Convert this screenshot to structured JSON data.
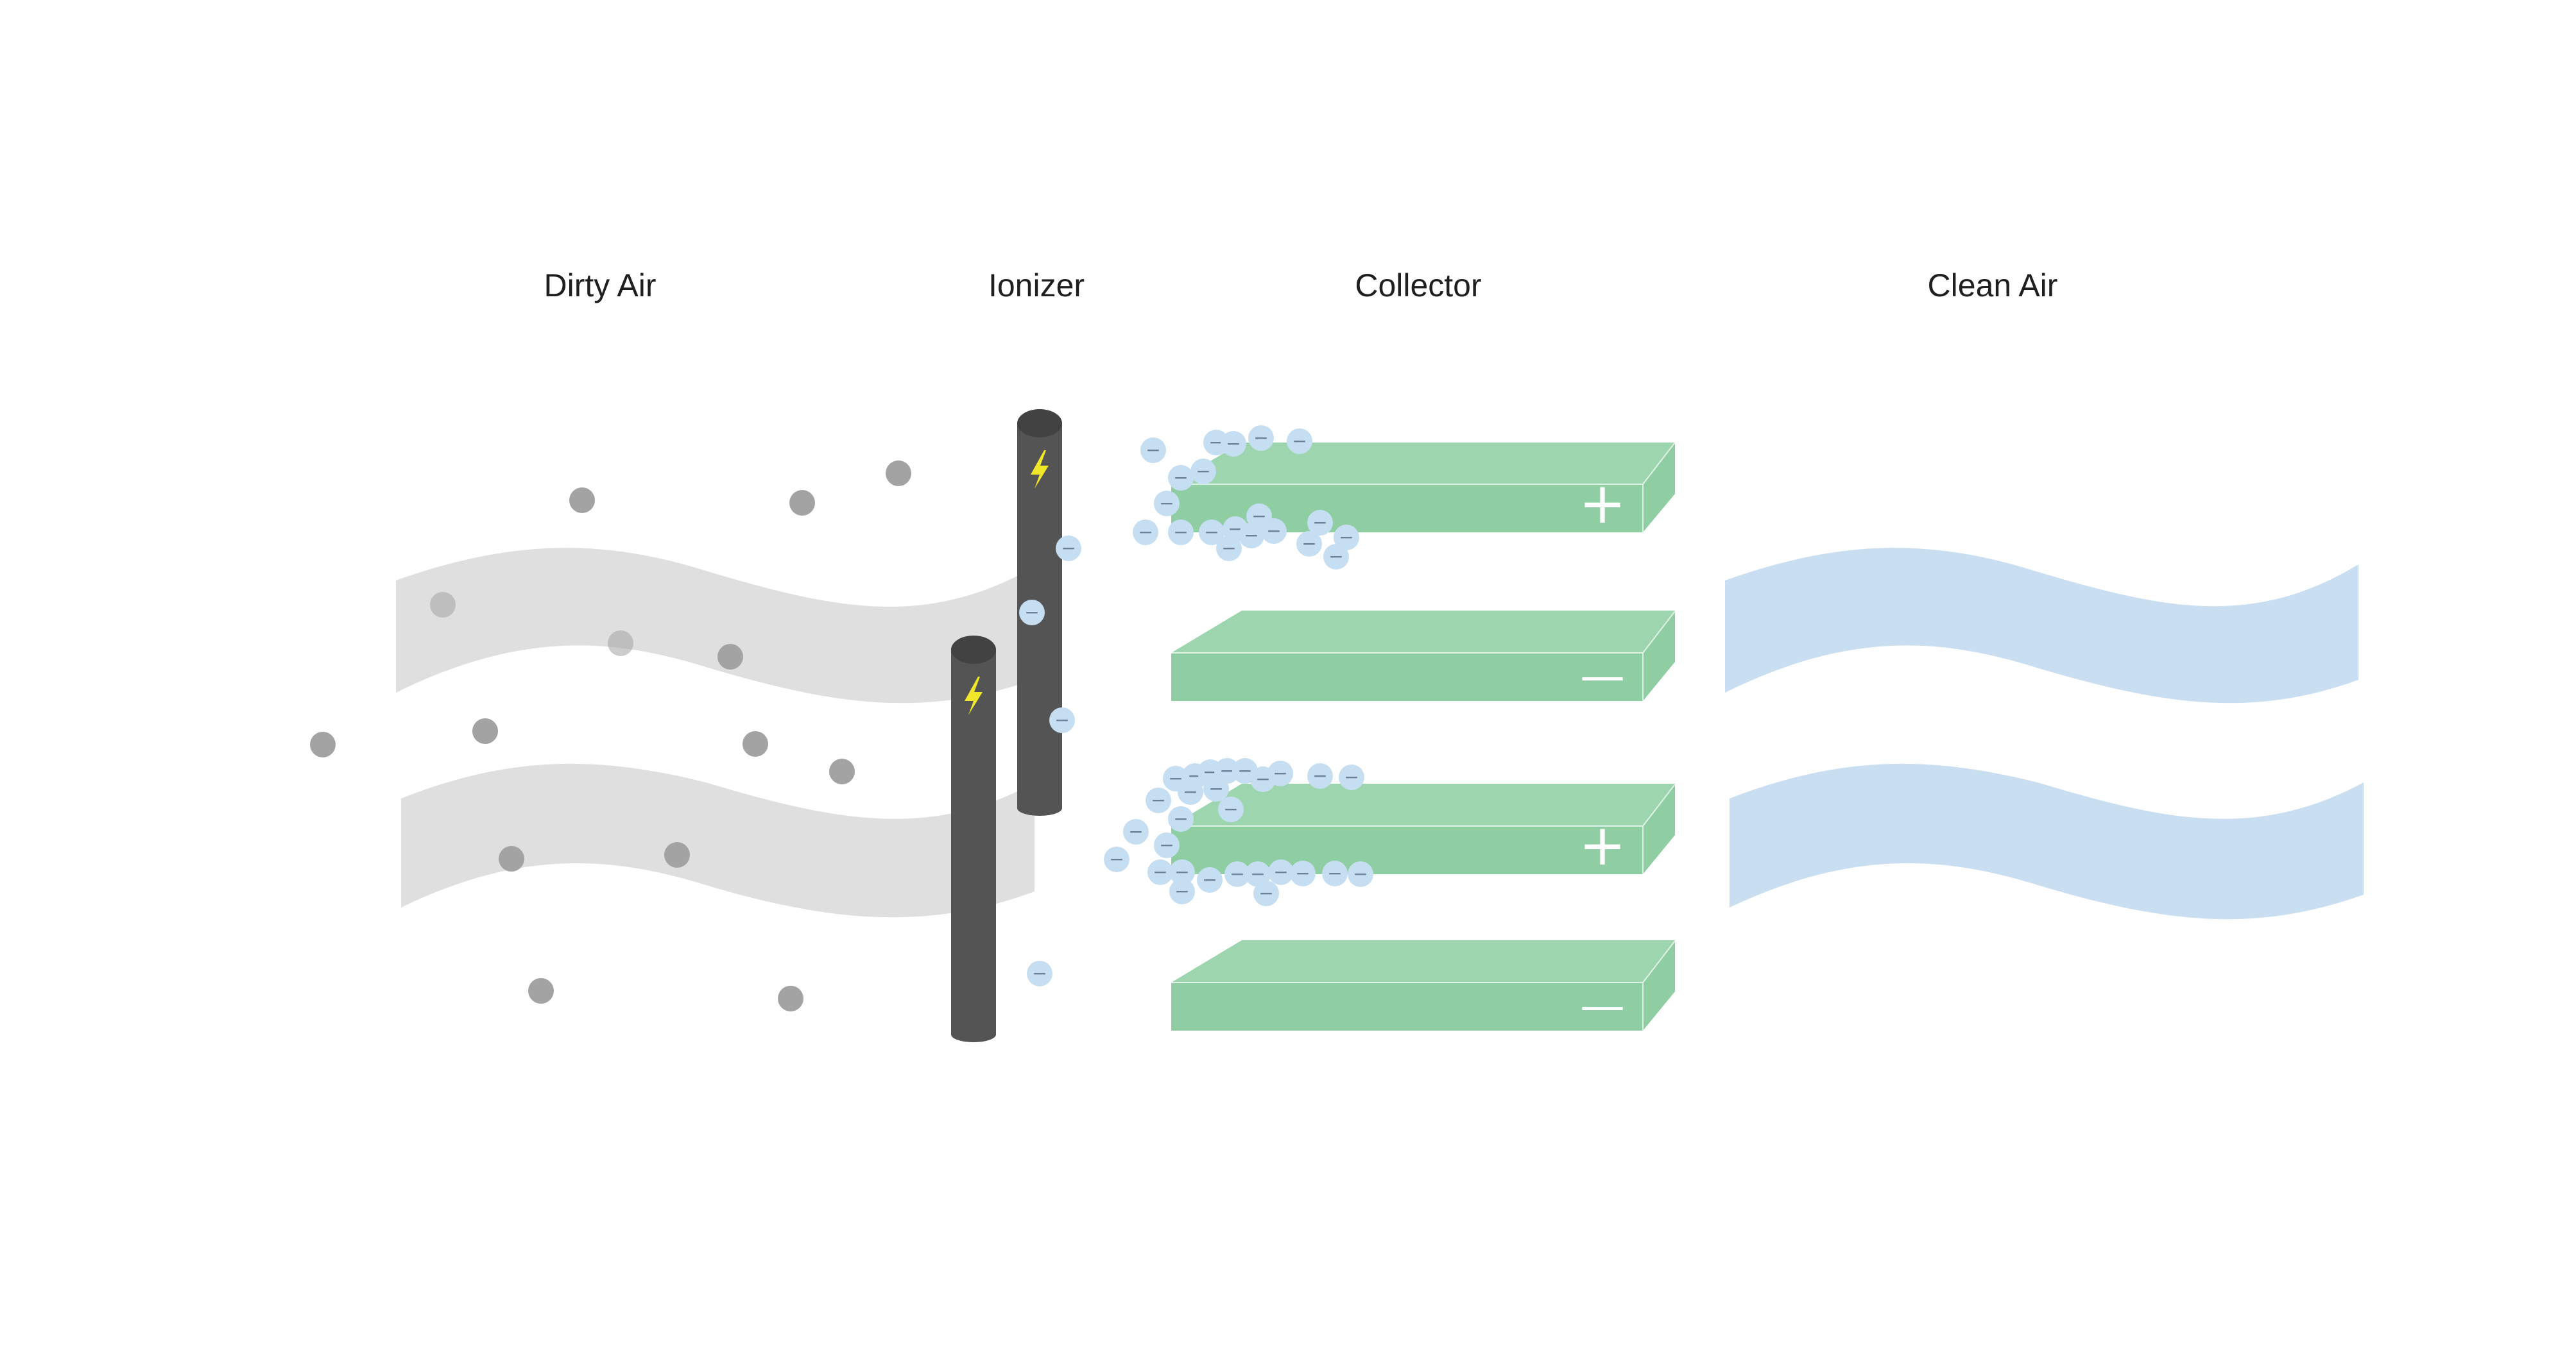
{
  "labels": {
    "dirty_air": "Dirty Air",
    "ionizer": "Ionizer",
    "collector": "Collector",
    "clean_air": "Clean Air"
  },
  "plates": [
    {
      "charge": "positive",
      "symbol": "+"
    },
    {
      "charge": "negative",
      "symbol": "—"
    },
    {
      "charge": "positive",
      "symbol": "+"
    },
    {
      "charge": "negative",
      "symbol": "—"
    }
  ],
  "ion_symbol": "−",
  "colors": {
    "dirty_air_band": "#e0dfdf",
    "clean_air_band": "#c9dff1",
    "dust_particle": "#a3a3a3",
    "ionizer_rod": "#545454",
    "ionizer_rod_top": "#424242",
    "lightning": "#f0e62a",
    "ion_fill": "#c6def2",
    "ion_stroke": "#6b7f96",
    "plate_face": "#8fcea3",
    "plate_top": "#9dd6ae",
    "plate_line": "#ffffff"
  },
  "icons": [
    "lightning-bolt-icon",
    "plus-icon",
    "minus-icon",
    "negative-ion-icon"
  ]
}
